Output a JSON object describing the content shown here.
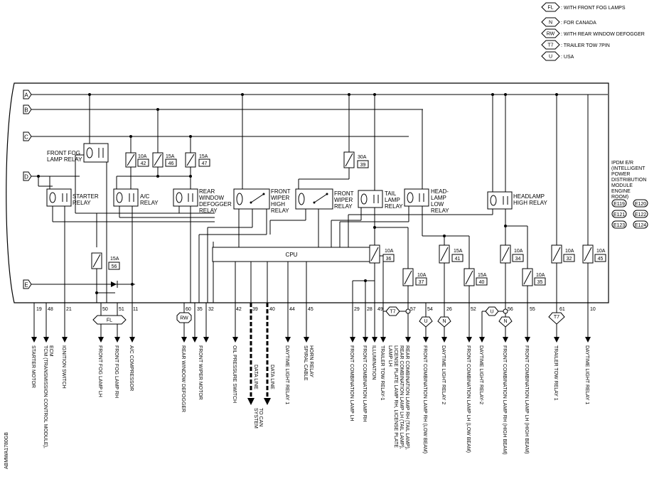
{
  "legend": [
    {
      "code": "FL",
      "text": ": WITH FRONT FOG LAMPS"
    },
    {
      "code": "N",
      "text": ": FOR CANADA"
    },
    {
      "code": "RW",
      "text": ": WITH REAR WINDOW DEFOGGER"
    },
    {
      "code": "T7",
      "text": ": TRAILER TOW 7PIN"
    },
    {
      "code": "U",
      "text": ": USA"
    }
  ],
  "module": {
    "lines": [
      "IPDM E/R",
      "(INTELLIGENT",
      "POWER",
      "DISTRIBUTION",
      "MODULE",
      "ENGINE",
      "ROOM)"
    ],
    "connectors": [
      "E119",
      "E120",
      "E121",
      "E122",
      "E123",
      "E124"
    ]
  },
  "buses": [
    "A",
    "B",
    "C",
    "D",
    "E"
  ],
  "cpu_label": "CPU",
  "relays": {
    "front_fog": [
      "FRONT FOG",
      "LAMP RELAY"
    ],
    "starter": [
      "STARTER",
      "RELAY"
    ],
    "ac": [
      "A/C",
      "RELAY"
    ],
    "rear_defog": [
      "REAR",
      "WINDOW",
      "DEFOGGER",
      "RELAY"
    ],
    "wiper_high": [
      "FRONT",
      "WIPER",
      "HIGH",
      "RELAY"
    ],
    "wiper": [
      "FRONT",
      "WIPER",
      "RELAY"
    ],
    "tail": [
      "TAIL",
      "LAMP",
      "RELAY"
    ],
    "head_low": [
      "HEAD-",
      "LAMP",
      "LOW",
      "RELAY"
    ],
    "head_high": [
      "HEADLAMP",
      "HIGH RELAY"
    ]
  },
  "fuses": [
    {
      "amp": "10A",
      "num": "42"
    },
    {
      "amp": "15A",
      "num": "46"
    },
    {
      "amp": "15A",
      "num": "47"
    },
    {
      "amp": "30A",
      "num": "39"
    },
    {
      "amp": "15A",
      "num": "56"
    },
    {
      "amp": "10A",
      "num": "36"
    },
    {
      "amp": "10A",
      "num": "37"
    },
    {
      "amp": "15A",
      "num": "41"
    },
    {
      "amp": "15A",
      "num": "40"
    },
    {
      "amp": "10A",
      "num": "34"
    },
    {
      "amp": "10A",
      "num": "35"
    },
    {
      "amp": "10A",
      "num": "32"
    },
    {
      "amp": "10A",
      "num": "45"
    }
  ],
  "terminals": [
    "19",
    "48",
    "21",
    "50",
    "51",
    "11",
    "60",
    "35",
    "32",
    "42",
    "39",
    "40",
    "44",
    "45",
    "29",
    "28",
    "49",
    "57",
    "54",
    "26",
    "52",
    "56",
    "55",
    "61",
    "10"
  ],
  "option_tags": [
    "FL",
    "RW",
    "T7",
    "U",
    "N",
    "U",
    "N",
    "T7"
  ],
  "outputs": [
    "STARTER MOTOR",
    "TCM (TRANSMISSION CONTROL MODULE),",
    "ECM",
    "IGNITION SWITCH",
    "FRONT FOG LAMP LH",
    "FRONT FOG LAMP RH",
    "A/C COMPRESSOR",
    "REAR WINDOW DEFOGGER",
    "FRONT WIPER MOTOR",
    "OIL PRESSURE SWITCH",
    "DATA LINE",
    "DATA LINE",
    "TO CAN",
    "SYSTEM",
    "DAYTIME LIGHT RELAY 1",
    "HORN RELAY",
    "SPIRAL CABLE",
    "FRONT COMBINATION LAMP LH",
    "FRONT COMBINATION LAMP RH",
    "ILLUMINATION",
    "TRAILER TOW RELAY-1",
    "REAR COMBINATION LAMP RH (TAIL LAMP),",
    "REAR COMBINATION LAMP LH (TAIL LAMP),",
    "LICENSE PLATE LAMP RH, LICENSE PLATE",
    "LAMP LH",
    "FRONT COMBINATION LAMP RH (LOW BEAM)",
    "DAYTIME LIGHT RELAY 2",
    "FRONT COMBINATION LAMP LH (LOW BEAM)",
    "DAYTIME LIGHT RELAY-2",
    "FRONT COMBINATION LAMP RH (HIGH BEAM)",
    "FRONT COMBINATION LAMP LH (HIGH BEAM)",
    "TRAILER TOW RELAY 1",
    "DAYTIME LIGHT RELAY 1"
  ],
  "figure_id": "ABMWA1780GB"
}
